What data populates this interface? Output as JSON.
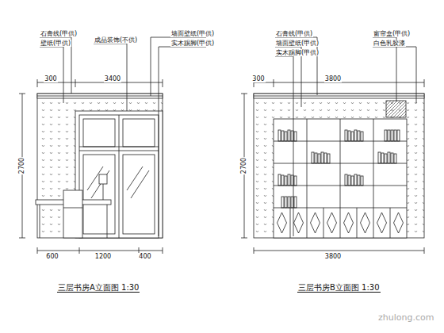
{
  "diagram": {
    "labels": [
      "石膏线(甲供)",
      "壁纸(甲供)",
      "成品装饰(不供)",
      "墙面壁纸(甲供)",
      "实木踢脚(甲供)",
      "石膏线(甲供)",
      "墙面壁纸(甲供)",
      "实木踢脚(甲供)",
      "窗帘盒(甲供)",
      "白色乳胶漆",
      "300",
      "3400",
      "2700",
      "600",
      "1200",
      "400",
      "3800",
      "300",
      "2700",
      "3800",
      "三层书房A立面图 1:30",
      "三层书房B立面图 1:30",
      "zhulong.com"
    ]
  }
}
